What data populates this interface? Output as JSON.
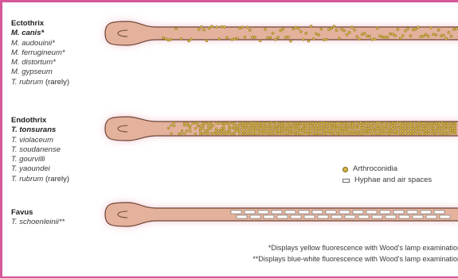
{
  "groups": [
    {
      "heading": "Ectothrix",
      "species": [
        {
          "name": "M. canis*",
          "bold": true,
          "note": ""
        },
        {
          "name": "M. audouinii*",
          "bold": false,
          "note": ""
        },
        {
          "name": "M. ferrugineum*",
          "bold": false,
          "note": ""
        },
        {
          "name": "M. distortum*",
          "bold": false,
          "note": ""
        },
        {
          "name": "M. gypseum",
          "bold": false,
          "note": ""
        },
        {
          "name": "T. rubrum",
          "bold": false,
          "note": "(rarely)"
        }
      ]
    },
    {
      "heading": "Endothrix",
      "species": [
        {
          "name": "T. tonsurans",
          "bold": true,
          "note": ""
        },
        {
          "name": "T. violaceum",
          "bold": false,
          "note": ""
        },
        {
          "name": "T. soudanense",
          "bold": false,
          "note": ""
        },
        {
          "name": "T. gourvilli",
          "bold": false,
          "note": ""
        },
        {
          "name": "T. yaoundei",
          "bold": false,
          "note": ""
        },
        {
          "name": "T. rubrum",
          "bold": false,
          "note": "(rarely)"
        }
      ]
    },
    {
      "heading": "Favus",
      "species": [
        {
          "name": "T. schoenleinii**",
          "bold": false,
          "note": ""
        }
      ]
    }
  ],
  "legend": {
    "arthroconidia": "Arthroconidia",
    "hyphae": "Hyphae and air spaces"
  },
  "footnotes": {
    "single": "*Displays yellow fluorescence with Wood's lamp examination",
    "double": "**Displays blue-white fluorescence with Wood's lamp examination"
  },
  "colors": {
    "frame": "#d4589a",
    "hair_shaft": "#e4b29c",
    "hair_outline": "#6b4536",
    "arthroconidia": "#d6b64a",
    "glow": "#f4c2cc"
  }
}
